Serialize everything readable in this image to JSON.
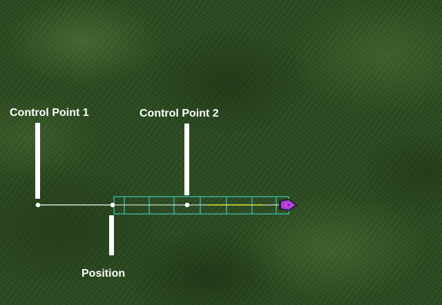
{
  "labels": {
    "control_point_1": "Control Point 1",
    "control_point_2": "Control Point 2",
    "position": "Position"
  },
  "colors": {
    "grass": "#2b4a1f",
    "marker": "#ffffff",
    "path_grid": "#3fd6d0",
    "path_center": "#e6e640",
    "vehicle": "#a040e0"
  }
}
